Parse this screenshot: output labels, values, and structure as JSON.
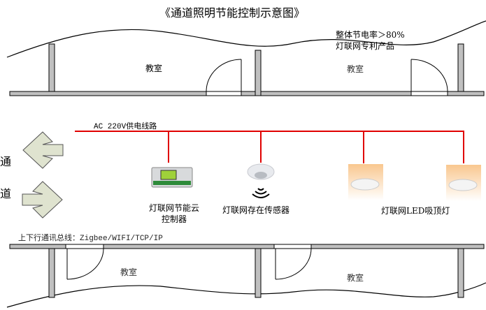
{
  "title": "《通道照明节能控制示意图》",
  "saving_note": [
    "整体节电率＞80%",
    "灯联网专利产品"
  ],
  "rooms": {
    "top_left": "教室",
    "top_right": "教室",
    "bottom_left": "教室",
    "bottom_right": "教室"
  },
  "corridor": [
    "通",
    "道"
  ],
  "power_line": "AC 220V供电线路",
  "bus_line": "上下行通讯总线：Zigbee/WIFI/TCP/IP",
  "devices": {
    "controller": [
      "灯联网节能云",
      "控制器"
    ],
    "sensor": "灯联网存在传感器",
    "led": "灯联网LED吸顶灯"
  },
  "colors": {
    "power_line": "#e00000",
    "wall": "#c0c0c0",
    "arrow": "#dfe3cf"
  }
}
